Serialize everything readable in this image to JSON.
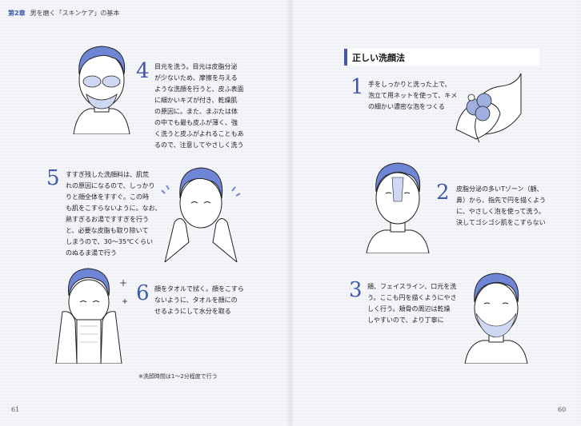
{
  "header": {
    "chapter": "第2章",
    "title": "男を磨く「スキンケア」の基本"
  },
  "pages": {
    "left_number": "61",
    "right_number": "60"
  },
  "section_title": "正しい洗顔法",
  "steps": [
    {
      "num": "1",
      "text": "手をしっかりと洗った上で、\n泡立て用ネットを使って、キメ\nの細かい濃密な泡をつくる"
    },
    {
      "num": "2",
      "text": "皮脂分泌の多いTゾーン（額、\n鼻）から、指先で円を描くよう\nに、やさしく泡を使って洗う。\n決してゴシゴシ肌をこすらない"
    },
    {
      "num": "3",
      "text": "頬、フェイスライン、口元を洗\nう。ここも円を描くようにやさ\nしく行う。頬骨の周辺は乾燥\nしやすいので、より丁寧に"
    },
    {
      "num": "4",
      "text": "目元を洗う。目元は皮脂分泌\nが少ないため、摩擦を与える\nような洗顔を行うと、皮ふ表面\nに細かいキズが付き、乾燥肌\nの原因に。また、まぶたは体\nの中でも最も皮ふが薄く、強\nく洗うと皮ふがよれることもあ\nるので、注意してやさしく洗う"
    },
    {
      "num": "5",
      "text": "すすぎ残した洗顔料は、肌荒\nれの原因になるので、しっかり\nりと顔全体をすすぐ。この時\nも肌をこすらないように。なお、\n熱すぎるお湯ですすぎを行う\nと、必要な皮脂も取り除いて\nしまうので、30～35℃くらい\nのぬるま湯で行う"
    },
    {
      "num": "6",
      "text": "顔をタオルで拭く。顔をこすら\nないように、タオルを顔にの\nせるようにして水分を取る"
    }
  ],
  "note": "※洗顔時間は1～2分程度で行う",
  "colors": {
    "accent": "#3f5aa8",
    "hair": "#6f86d6",
    "foam": "#9fb0e0"
  }
}
